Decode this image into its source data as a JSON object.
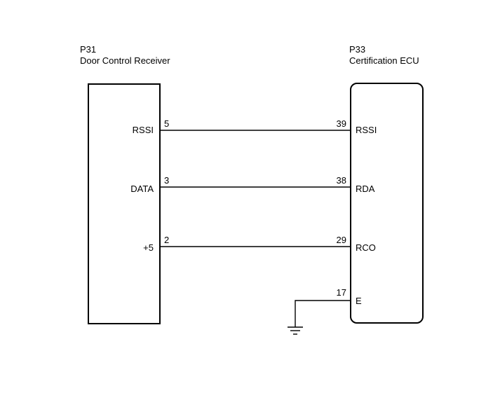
{
  "left_component": {
    "code": "P31",
    "name": "Door Control Receiver",
    "pins": [
      {
        "num": "5",
        "name": "RSSI"
      },
      {
        "num": "3",
        "name": "DATA"
      },
      {
        "num": "2",
        "name": "+5"
      }
    ]
  },
  "right_component": {
    "code": "P33",
    "name": "Certification ECU",
    "pins": [
      {
        "num": "39",
        "name": "RSSI"
      },
      {
        "num": "38",
        "name": "RDA"
      },
      {
        "num": "29",
        "name": "RCO"
      },
      {
        "num": "17",
        "name": "E"
      }
    ]
  },
  "connections": [
    {
      "from": "5",
      "to": "39"
    },
    {
      "from": "3",
      "to": "38"
    },
    {
      "from": "2",
      "to": "29"
    }
  ],
  "ground": {
    "pin": "17"
  }
}
